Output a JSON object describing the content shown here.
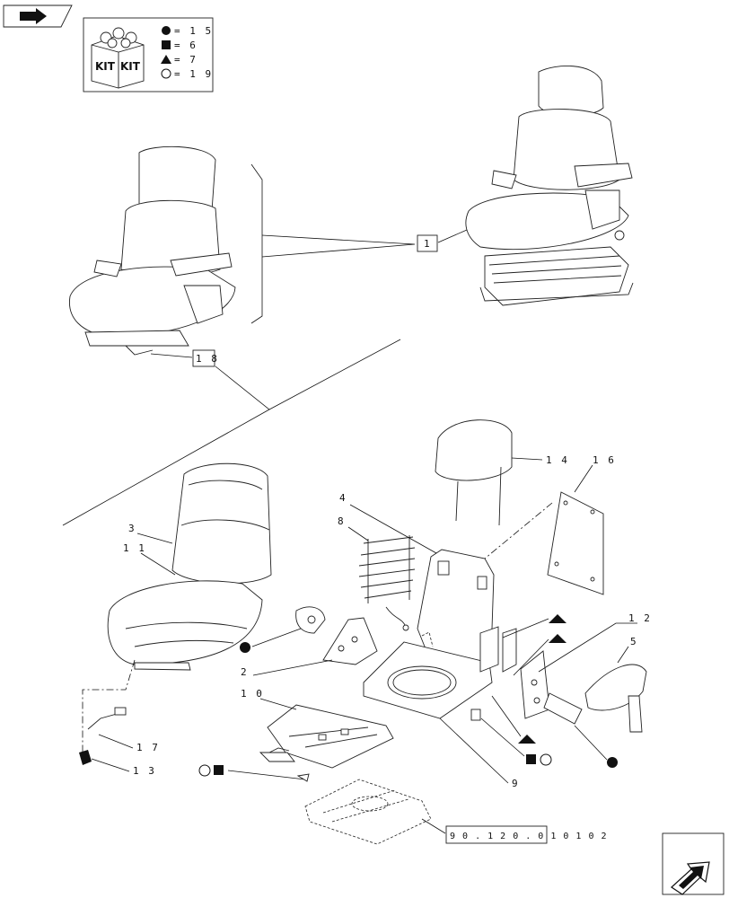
{
  "legend": {
    "kit_label": "KIT",
    "rows": [
      {
        "symbol": "filled-circle",
        "text": "= 1 5"
      },
      {
        "symbol": "filled-square",
        "text": "= 6"
      },
      {
        "symbol": "filled-triangle",
        "text": "= 7"
      },
      {
        "symbol": "open-circle",
        "text": "= 1 9"
      }
    ]
  },
  "callouts": {
    "c1": "1",
    "c18": "1 8",
    "c14": "1 4",
    "c16": "1 6",
    "c4": "4",
    "c8": "8",
    "c3": "3",
    "c11": "1 1",
    "c2": "2",
    "c12": "1 2",
    "c5": "5",
    "c10": "1 0",
    "c17": "1 7",
    "c13": "1 3",
    "c9": "9"
  },
  "reference_box": "9 0 . 1 2 0 . 0 1 0 1 0 2",
  "icons": {
    "top_left": "previous-page-arrow-icon",
    "bottom_right": "next-page-arrow-icon"
  }
}
